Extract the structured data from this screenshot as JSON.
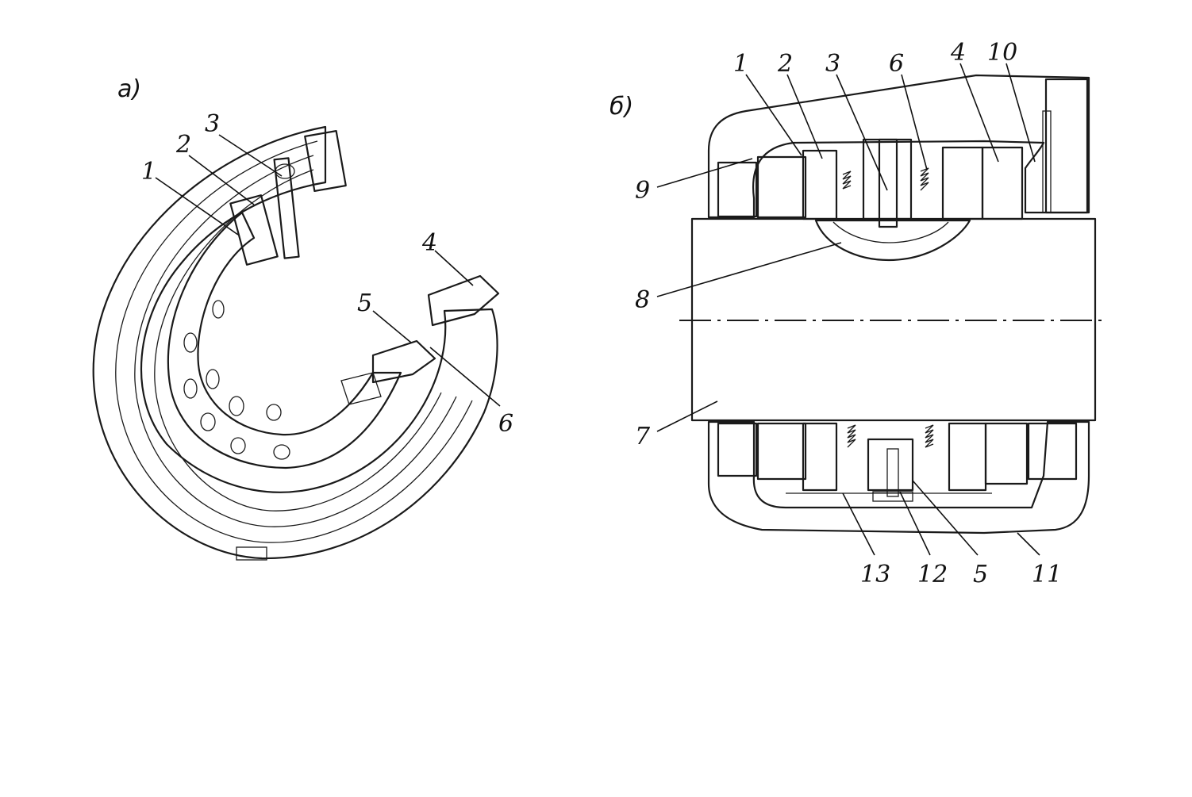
{
  "panels": {
    "a": {
      "label": "а)"
    },
    "b": {
      "label": "б)"
    }
  },
  "callouts_a": [
    "1",
    "2",
    "3",
    "4",
    "5",
    "6"
  ],
  "callouts_b": [
    "1",
    "2",
    "3",
    "6",
    "4",
    "10",
    "9",
    "8",
    "7",
    "13",
    "12",
    "5",
    "11"
  ],
  "colors": {
    "ink": "#1a1a1a",
    "paper": "#ffffff",
    "stipple": "#9a9a9a"
  }
}
